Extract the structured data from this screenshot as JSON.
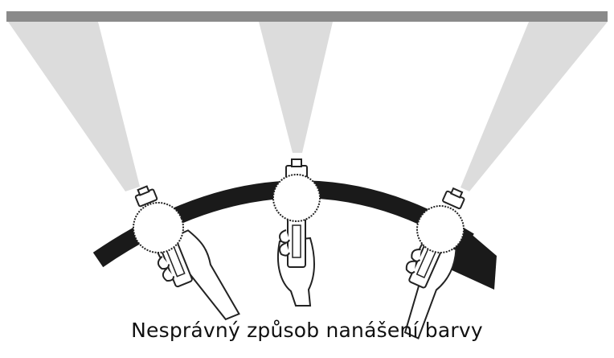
{
  "caption": "Nesprávný způsob nanášení barvy",
  "colors": {
    "surface": "#8a8a8a",
    "spray": "#dcdcdc",
    "arrow": "#1a1a1a",
    "outline": "#222222",
    "background": "#ffffff"
  },
  "icons": {
    "surface": "painted-surface-bar",
    "spray": "spray-cone",
    "gun": "spray-gun-in-hand",
    "arrow": "curved-motion-arrow"
  }
}
